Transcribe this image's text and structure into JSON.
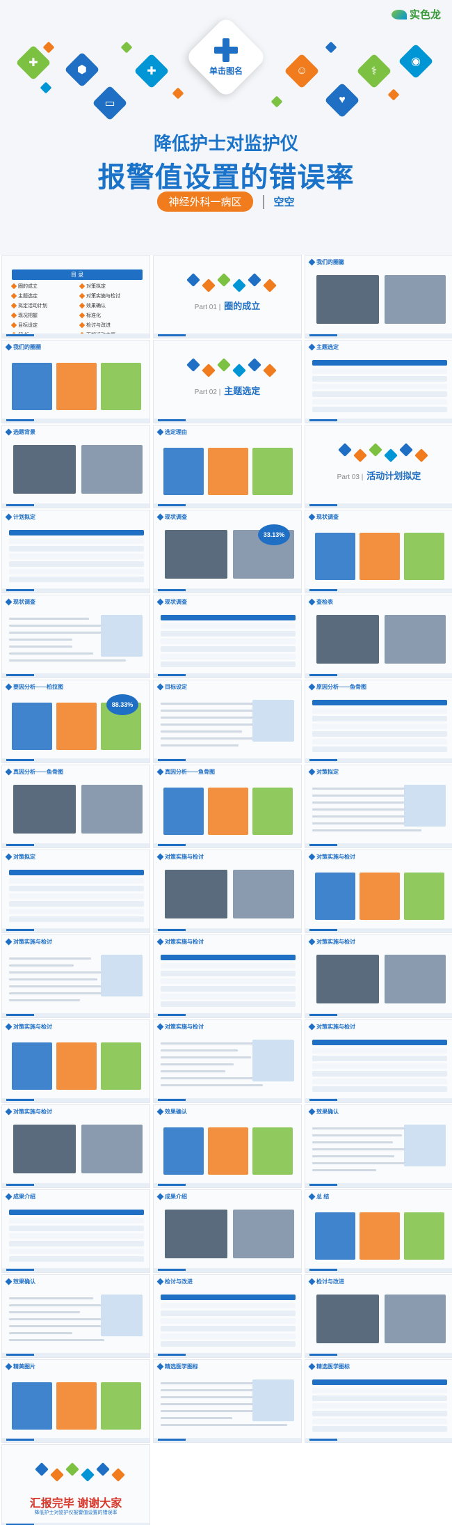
{
  "hero": {
    "brand": "实色龙",
    "logo_text": "单击图名",
    "title_line1": "降低护士对监护仪",
    "title_line2": "报警值设置的错误率",
    "department": "神经外科一病区",
    "name": "空空"
  },
  "toc": {
    "heading": "目 录",
    "items": [
      "圈的成立",
      "对策拟定",
      "主题选定",
      "对策实施与检讨",
      "拟定活动计划",
      "效果确认",
      "现况把握",
      "标准化",
      "目标设定",
      "检讨与改进",
      "解 析",
      "下期活动主题"
    ]
  },
  "slides": [
    {
      "kind": "toc"
    },
    {
      "kind": "part",
      "no": "Part 01",
      "title": "圈的成立"
    },
    {
      "kind": "content",
      "header": "我们的圈徽"
    },
    {
      "kind": "content",
      "header": "我们的圈圈"
    },
    {
      "kind": "part",
      "no": "Part 02",
      "title": "主题选定"
    },
    {
      "kind": "content",
      "header": "主题选定"
    },
    {
      "kind": "content",
      "header": "选题背景"
    },
    {
      "kind": "content",
      "header": "选定理由"
    },
    {
      "kind": "part",
      "no": "Part 03",
      "title": "活动计划拟定"
    },
    {
      "kind": "content",
      "header": "计划拟定"
    },
    {
      "kind": "content",
      "header": "现状调查",
      "badge": "33.13%"
    },
    {
      "kind": "content",
      "header": "现状调查"
    },
    {
      "kind": "content",
      "header": "现状调查"
    },
    {
      "kind": "content",
      "header": "现状调查"
    },
    {
      "kind": "content",
      "header": "查检表"
    },
    {
      "kind": "content",
      "header": "要因分析——柏拉图",
      "badge": "88.33%"
    },
    {
      "kind": "content",
      "header": "目标设定"
    },
    {
      "kind": "content",
      "header": "原因分析——鱼骨图"
    },
    {
      "kind": "content",
      "header": "真因分析——鱼骨图"
    },
    {
      "kind": "content",
      "header": "真因分析——鱼骨图"
    },
    {
      "kind": "content",
      "header": "对策拟定"
    },
    {
      "kind": "content",
      "header": "对策拟定"
    },
    {
      "kind": "content",
      "header": "对策实施与检讨"
    },
    {
      "kind": "content",
      "header": "对策实施与检讨"
    },
    {
      "kind": "content",
      "header": "对策实施与检讨"
    },
    {
      "kind": "content",
      "header": "对策实施与检讨"
    },
    {
      "kind": "content",
      "header": "对策实施与检讨"
    },
    {
      "kind": "content",
      "header": "对策实施与检讨"
    },
    {
      "kind": "content",
      "header": "对策实施与检讨"
    },
    {
      "kind": "content",
      "header": "对策实施与检讨"
    },
    {
      "kind": "content",
      "header": "对策实施与检讨"
    },
    {
      "kind": "content",
      "header": "效果确认"
    },
    {
      "kind": "content",
      "header": "效果确认"
    },
    {
      "kind": "content",
      "header": "成果介绍"
    },
    {
      "kind": "content",
      "header": "成果介绍"
    },
    {
      "kind": "content",
      "header": "总 结"
    },
    {
      "kind": "content",
      "header": "效果确认"
    },
    {
      "kind": "content",
      "header": "检讨与改进"
    },
    {
      "kind": "content",
      "header": "检讨与改进"
    },
    {
      "kind": "content",
      "header": "精美图片"
    },
    {
      "kind": "content",
      "header": "精选医学图标"
    },
    {
      "kind": "content",
      "header": "精选医学图标"
    },
    {
      "kind": "end",
      "title": "汇报完毕  谢谢大家",
      "sub": "降低护士对监护仪报警值设置的错误率"
    }
  ],
  "colors": {
    "blue": "#1f6fc4",
    "orange": "#f07c1e",
    "green": "#7dc142",
    "red": "#d9362b"
  }
}
